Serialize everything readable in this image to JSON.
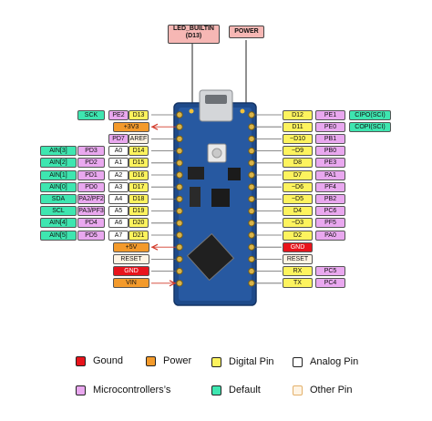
{
  "colors": {
    "ground": "#e8141c",
    "power": "#f39a2b",
    "digital": "#fdf35e",
    "analog": "#ffffff",
    "mcu": "#e9a8ef",
    "default": "#3ee6b0",
    "other": "#fff4e4",
    "top_label": "#f6b7b4",
    "board": "#1e4a8a"
  },
  "top_labels": {
    "led_builtin": "LED_BUILTIN\n(D13)",
    "power": "POWER"
  },
  "left_rows": [
    {
      "cells": [
        {
          "t": "SCK",
          "c": "default"
        },
        {
          "t": "PE2",
          "c": "mcu"
        },
        {
          "t": "D13",
          "c": "digital"
        }
      ]
    },
    {
      "cells": [
        {
          "t": "+3V3",
          "c": "power"
        }
      ],
      "arrow": true
    },
    {
      "cells": [
        {
          "t": "PD7",
          "c": "mcu"
        },
        {
          "t": "AREF",
          "c": "other"
        }
      ]
    },
    {
      "cells": [
        {
          "t": "AIN[3]",
          "c": "default"
        },
        {
          "t": "PD3",
          "c": "mcu"
        },
        {
          "t": "A0",
          "c": "analog"
        },
        {
          "t": "D14",
          "c": "digital"
        }
      ]
    },
    {
      "cells": [
        {
          "t": "AIN[2]",
          "c": "default"
        },
        {
          "t": "PD2",
          "c": "mcu"
        },
        {
          "t": "A1",
          "c": "analog"
        },
        {
          "t": "D15",
          "c": "digital"
        }
      ]
    },
    {
      "cells": [
        {
          "t": "AIN[1]",
          "c": "default"
        },
        {
          "t": "PD1",
          "c": "mcu"
        },
        {
          "t": "A2",
          "c": "analog"
        },
        {
          "t": "D16",
          "c": "digital"
        }
      ]
    },
    {
      "cells": [
        {
          "t": "AIN[0]",
          "c": "default"
        },
        {
          "t": "PD0",
          "c": "mcu"
        },
        {
          "t": "A3",
          "c": "analog"
        },
        {
          "t": "D17",
          "c": "digital"
        }
      ]
    },
    {
      "cells": [
        {
          "t": "SDA",
          "c": "default"
        },
        {
          "t": "PA2/PF2",
          "c": "mcu"
        },
        {
          "t": "A4",
          "c": "analog"
        },
        {
          "t": "D18",
          "c": "digital"
        }
      ]
    },
    {
      "cells": [
        {
          "t": "SCL",
          "c": "default"
        },
        {
          "t": "PA3/PF3",
          "c": "mcu"
        },
        {
          "t": "A5",
          "c": "analog"
        },
        {
          "t": "D19",
          "c": "digital"
        }
      ]
    },
    {
      "cells": [
        {
          "t": "AIN[4]",
          "c": "default"
        },
        {
          "t": "PD4",
          "c": "mcu"
        },
        {
          "t": "A6",
          "c": "analog"
        },
        {
          "t": "D20",
          "c": "digital"
        }
      ]
    },
    {
      "cells": [
        {
          "t": "AIN[5]",
          "c": "default"
        },
        {
          "t": "PD5",
          "c": "mcu"
        },
        {
          "t": "A7",
          "c": "analog"
        },
        {
          "t": "D21",
          "c": "digital"
        }
      ]
    },
    {
      "cells": [
        {
          "t": "+5V",
          "c": "power"
        }
      ],
      "arrow": true
    },
    {
      "cells": [
        {
          "t": "RESET",
          "c": "other"
        }
      ]
    },
    {
      "cells": [
        {
          "t": "GND",
          "c": "ground"
        }
      ]
    },
    {
      "cells": [
        {
          "t": "VIN",
          "c": "power"
        }
      ],
      "arrow": true
    }
  ],
  "right_rows": [
    {
      "cells": [
        {
          "t": "D12",
          "c": "digital"
        },
        {
          "t": "PE1",
          "c": "mcu"
        },
        {
          "t": "CIPO(SCI)",
          "c": "default"
        }
      ]
    },
    {
      "cells": [
        {
          "t": "D11",
          "c": "digital"
        },
        {
          "t": "PE0",
          "c": "mcu"
        },
        {
          "t": "COPI(SCI)",
          "c": "default"
        }
      ]
    },
    {
      "cells": [
        {
          "t": "~D10",
          "c": "digital"
        },
        {
          "t": "PB1",
          "c": "mcu"
        }
      ]
    },
    {
      "cells": [
        {
          "t": "~D9",
          "c": "digital"
        },
        {
          "t": "PB0",
          "c": "mcu"
        }
      ]
    },
    {
      "cells": [
        {
          "t": "D8",
          "c": "digital"
        },
        {
          "t": "PE3",
          "c": "mcu"
        }
      ]
    },
    {
      "cells": [
        {
          "t": "D7",
          "c": "digital"
        },
        {
          "t": "PA1",
          "c": "mcu"
        }
      ]
    },
    {
      "cells": [
        {
          "t": "~D6",
          "c": "digital"
        },
        {
          "t": "PF4",
          "c": "mcu"
        }
      ]
    },
    {
      "cells": [
        {
          "t": "~D5",
          "c": "digital"
        },
        {
          "t": "PB2",
          "c": "mcu"
        }
      ]
    },
    {
      "cells": [
        {
          "t": "D4",
          "c": "digital"
        },
        {
          "t": "PC6",
          "c": "mcu"
        }
      ]
    },
    {
      "cells": [
        {
          "t": "~D3",
          "c": "digital"
        },
        {
          "t": "PF5",
          "c": "mcu"
        }
      ]
    },
    {
      "cells": [
        {
          "t": "D2",
          "c": "digital"
        },
        {
          "t": "PA0",
          "c": "mcu"
        }
      ]
    },
    {
      "cells": [
        {
          "t": "GND",
          "c": "ground"
        }
      ]
    },
    {
      "cells": [
        {
          "t": "RESET",
          "c": "other"
        }
      ]
    },
    {
      "cells": [
        {
          "t": "RX",
          "c": "digital"
        },
        {
          "t": "PC5",
          "c": "mcu"
        }
      ]
    },
    {
      "cells": [
        {
          "t": "TX",
          "c": "digital"
        },
        {
          "t": "PC4",
          "c": "mcu"
        }
      ]
    }
  ],
  "legend": [
    {
      "label": "Gound",
      "c": "ground"
    },
    {
      "label": "Power",
      "c": "power"
    },
    {
      "label": "Digital Pin",
      "c": "digital"
    },
    {
      "label": "Analog Pin",
      "c": "analog"
    },
    {
      "label": "Microcontrollers’s",
      "c": "mcu"
    },
    {
      "label": "Default",
      "c": "default"
    },
    {
      "label": "Other Pin",
      "c": "other"
    }
  ]
}
